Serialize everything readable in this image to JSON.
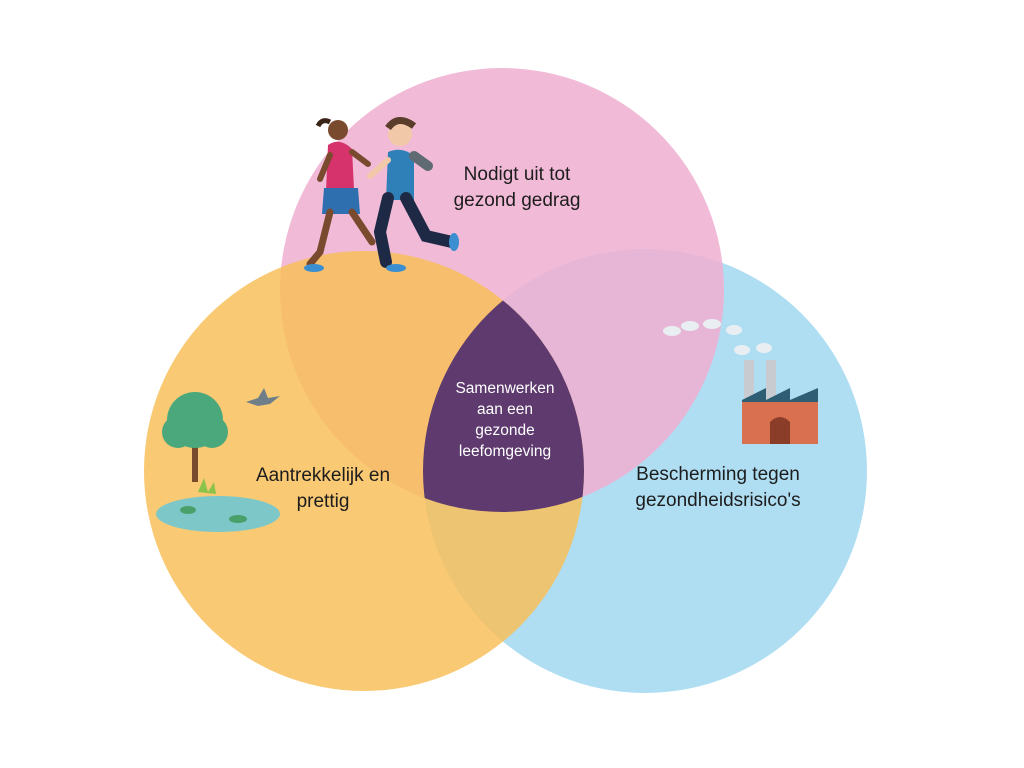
{
  "diagram": {
    "type": "venn",
    "colors": {
      "top": "#efb1d1",
      "left": "#f8c05a",
      "right": "#a8dbf2",
      "center": "#5e3a6e"
    },
    "circles": {
      "top": {
        "lines": [
          "Nodigt uit tot",
          "gezond gedrag"
        ],
        "icon": "running-people-icon"
      },
      "left": {
        "lines": [
          "Aantrekkelijk en",
          "prettig"
        ],
        "icon": "tree-pond-icon"
      },
      "right": {
        "lines": [
          "Bescherming tegen",
          "gezondheidsrisico's"
        ],
        "icon": "factory-icon"
      }
    },
    "center": {
      "lines": [
        "Samenwerken",
        "aan een",
        "gezonde",
        "leefomgeving"
      ]
    }
  }
}
